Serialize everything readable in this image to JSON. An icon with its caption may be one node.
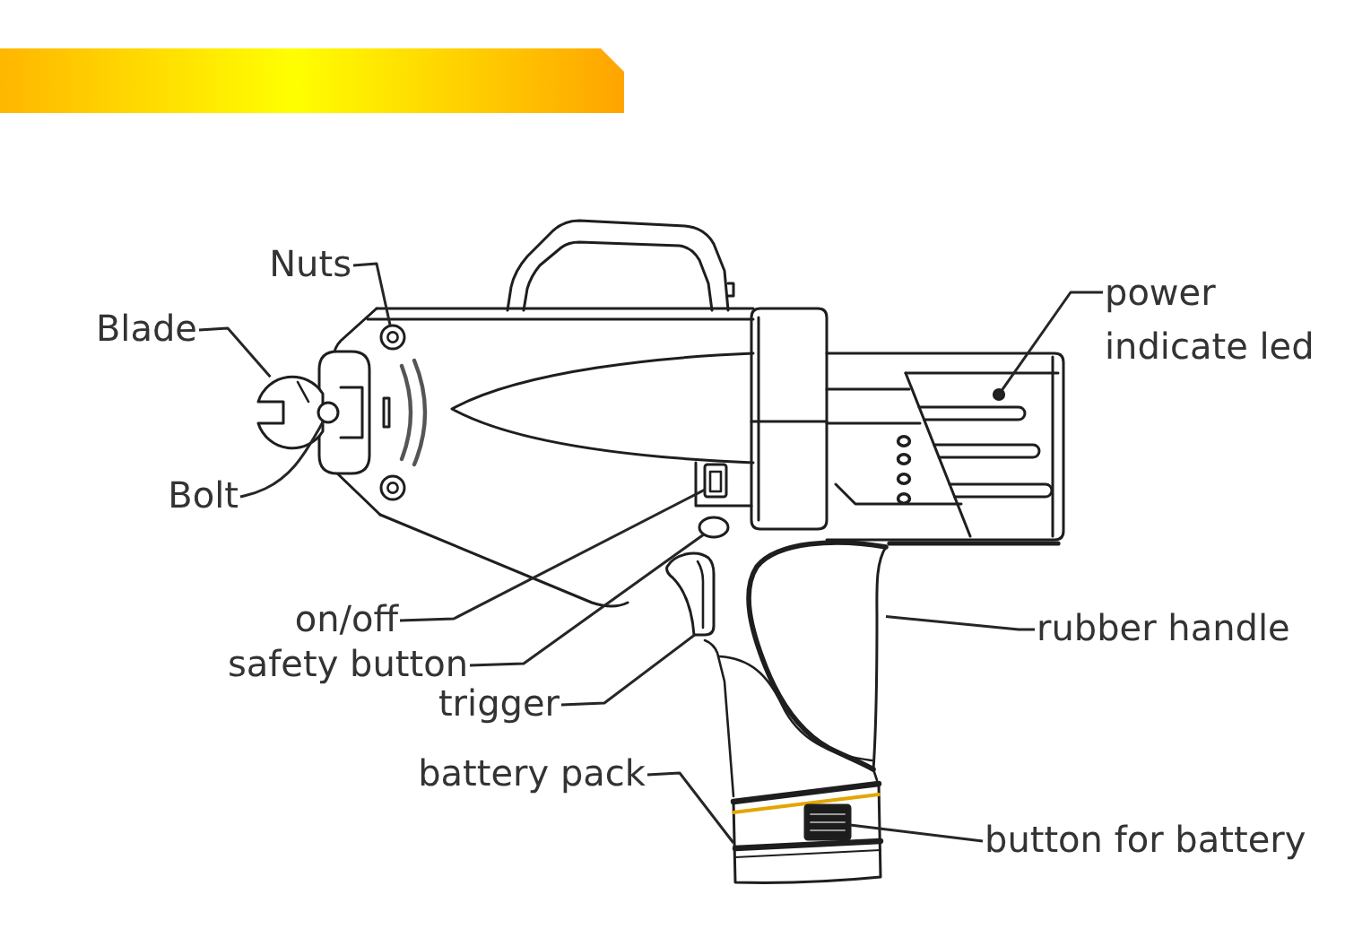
{
  "diagram": {
    "nodes": [
      {
        "text": [
          "Nuts"
        ]
      },
      {
        "text": [
          "power indicate led"
        ]
      },
      {
        "text": [
          "Blade"
        ]
      },
      {
        "text": [
          "Bolt"
        ]
      },
      {
        "text": [
          "on/off"
        ]
      },
      {
        "text": [
          "rubber handle"
        ]
      },
      {
        "text": [
          "safety button"
        ]
      },
      {
        "text": [
          "trigger"
        ]
      },
      {
        "text": [
          "battery pack"
        ]
      },
      {
        "text": [
          "button for battery"
        ]
      },
      {
        "text": [],
        "shape": "circle"
      },
      {
        "text": [],
        "shape": "circle"
      },
      {
        "text": [],
        "shape": "picture"
      },
      {
        "text": [],
        "shape": "circle"
      },
      {
        "text": [],
        "shape": "box"
      },
      {
        "text": [],
        "shape": "circle"
      },
      {
        "text": [],
        "shape": "picture"
      },
      {
        "text": [],
        "shape": "picture"
      },
      {
        "text": [],
        "shape": "picture"
      },
      {
        "text": [],
        "shape": "box",
        "in": 18
      }
    ],
    "edges": [
      {
        "from": 0,
        "to": 10,
        "arrow": "none"
      },
      {
        "from": 1,
        "to": 11,
        "arrow": "none"
      },
      {
        "from": 2,
        "to": 12,
        "arrow": "none"
      },
      {
        "from": 3,
        "to": 13,
        "arrow": "none"
      },
      {
        "from": 4,
        "to": 14,
        "arrow": "none"
      },
      {
        "from": 5,
        "to": 16,
        "arrow": "none"
      },
      {
        "from": 6,
        "to": 15,
        "arrow": "none"
      },
      {
        "from": 7,
        "to": 17,
        "arrow": "none"
      },
      {
        "from": 8,
        "to": 18,
        "arrow": "none"
      },
      {
        "from": 9,
        "to": 19,
        "arrow": "none"
      }
    ]
  }
}
